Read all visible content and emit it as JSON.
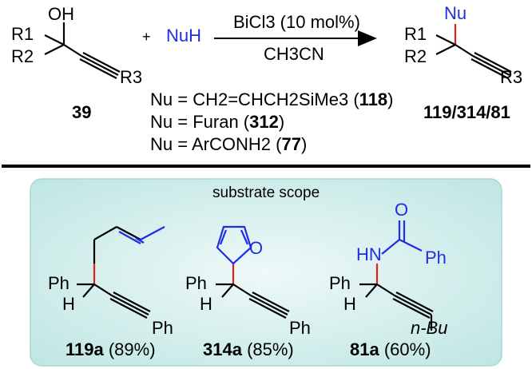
{
  "reaction": {
    "reactant_id": "39",
    "nucleophile": "NuH",
    "conditions_top": "BiCl3 (10 mol%)",
    "conditions_bottom": "CH3CN",
    "product_id": "119/314/81",
    "reactant_labels": {
      "oh": "OH",
      "r1": "R1",
      "r2": "R2",
      "r3": "R3"
    },
    "product_labels": {
      "nu": "Nu",
      "r1": "R1",
      "r2": "R2",
      "r3": "R3"
    },
    "plus": "+",
    "nu_definitions": [
      {
        "prefix": "Nu = ",
        "formula": "CH2=CHCH2SiMe3",
        "ref": "118"
      },
      {
        "prefix": "Nu = ",
        "formula": "Furan",
        "ref": "312"
      },
      {
        "prefix": "Nu = ",
        "formula": "ArCONH2",
        "ref": "77"
      }
    ]
  },
  "scope": {
    "title": "substrate scope",
    "compounds": [
      {
        "id": "119a",
        "yield": "(89%)",
        "ph1": "Ph",
        "h": "H",
        "ph2": "Ph"
      },
      {
        "id": "314a",
        "yield": "(85%)",
        "ph1": "Ph",
        "h": "H",
        "ph2": "Ph",
        "o": "O"
      },
      {
        "id": "81a",
        "yield": "(60%)",
        "ph1": "Ph",
        "h": "H",
        "nh": "HN",
        "o": "O",
        "ph_amide": "Ph",
        "nbu": "n-Bu"
      }
    ]
  },
  "colors": {
    "blue": "#1f2ee0",
    "red": "#e02020",
    "panel_bg": "#c8ecec",
    "panel_border": "#a6d9d6"
  }
}
